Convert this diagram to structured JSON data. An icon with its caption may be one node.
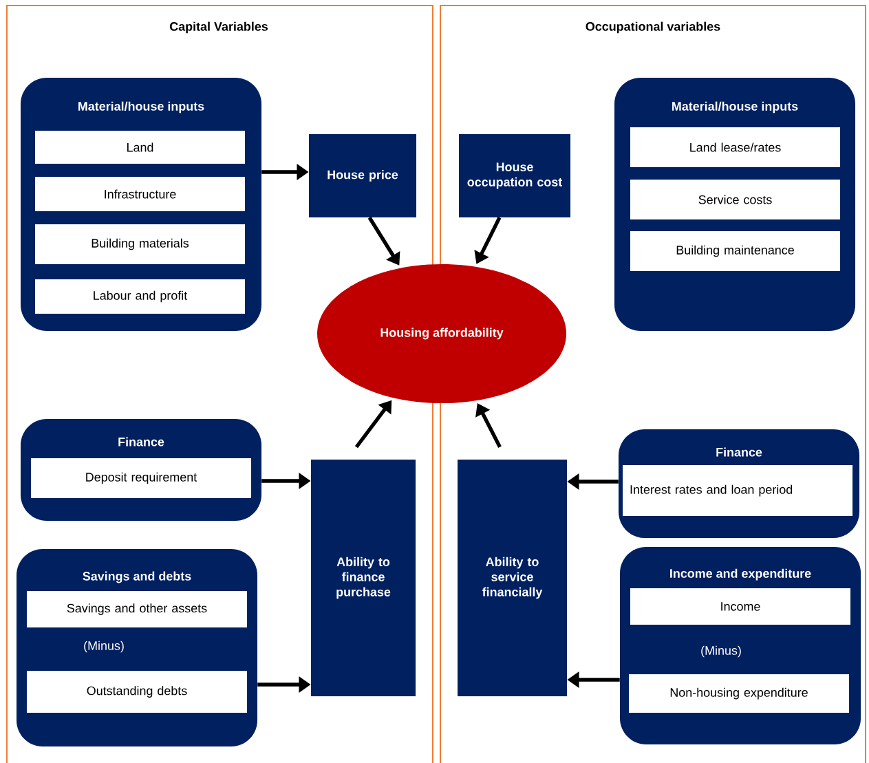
{
  "diagram": {
    "nodes": [
      {
        "text": [
          "Capital Variables"
        ]
      },
      {
        "text": [
          "Occupational variables"
        ]
      },
      {
        "text": [
          "Material/house inputs"
        ],
        "in": 0
      },
      {
        "text": [
          "Land"
        ],
        "in": 2
      },
      {
        "text": [
          "Infrastructure"
        ],
        "in": 2
      },
      {
        "text": [
          "Building materials"
        ],
        "in": 2
      },
      {
        "text": [
          "Labour and profit"
        ],
        "in": 2
      },
      {
        "text": [
          "House price"
        ],
        "in": 0
      },
      {
        "text": [
          "House occupation cost"
        ],
        "in": 1
      },
      {
        "text": [
          "Material/house inputs"
        ],
        "in": 1
      },
      {
        "text": [
          "Land lease/rates"
        ],
        "in": 9
      },
      {
        "text": [
          "Service costs"
        ],
        "in": 9
      },
      {
        "text": [
          "Building maintenance"
        ],
        "in": 9
      },
      {
        "text": [
          "Housing affordability"
        ]
      },
      {
        "text": [
          "Finance"
        ],
        "in": 0
      },
      {
        "text": [
          "Deposit requirement"
        ],
        "in": 14
      },
      {
        "text": [
          "Ability to finance purchase"
        ],
        "in": 0
      },
      {
        "text": [
          "Ability to service financially"
        ],
        "in": 1
      },
      {
        "text": [
          "Finance"
        ],
        "in": 1
      },
      {
        "text": [
          "Interest rates and loan period"
        ],
        "in": 18
      },
      {
        "text": [
          "Savings and debts",
          "(Minus)"
        ],
        "in": 0
      },
      {
        "text": [
          "Savings and other assets"
        ],
        "in": 20
      },
      {
        "text": [
          "Outstanding debts"
        ],
        "in": 20
      },
      {
        "text": [
          "Income and expenditure",
          "(Minus)"
        ],
        "in": 1
      },
      {
        "text": [
          "Income"
        ],
        "in": 23
      },
      {
        "text": [
          "Non-housing expenditure"
        ],
        "in": 23
      }
    ],
    "edges": [
      {
        "from": 2,
        "to": 7,
        "arrow": "to"
      },
      {
        "from": 7,
        "to": 13,
        "arrow": "to"
      },
      {
        "from": 8,
        "to": 13,
        "arrow": "to"
      },
      {
        "from": 16,
        "to": 13,
        "arrow": "to"
      },
      {
        "from": 17,
        "to": 13,
        "arrow": "to"
      },
      {
        "from": 14,
        "to": 16,
        "arrow": "to"
      },
      {
        "from": 20,
        "to": 16,
        "arrow": "to"
      },
      {
        "from": 18,
        "to": 17,
        "arrow": "to"
      },
      {
        "from": 23,
        "to": 17,
        "arrow": "to"
      }
    ]
  }
}
